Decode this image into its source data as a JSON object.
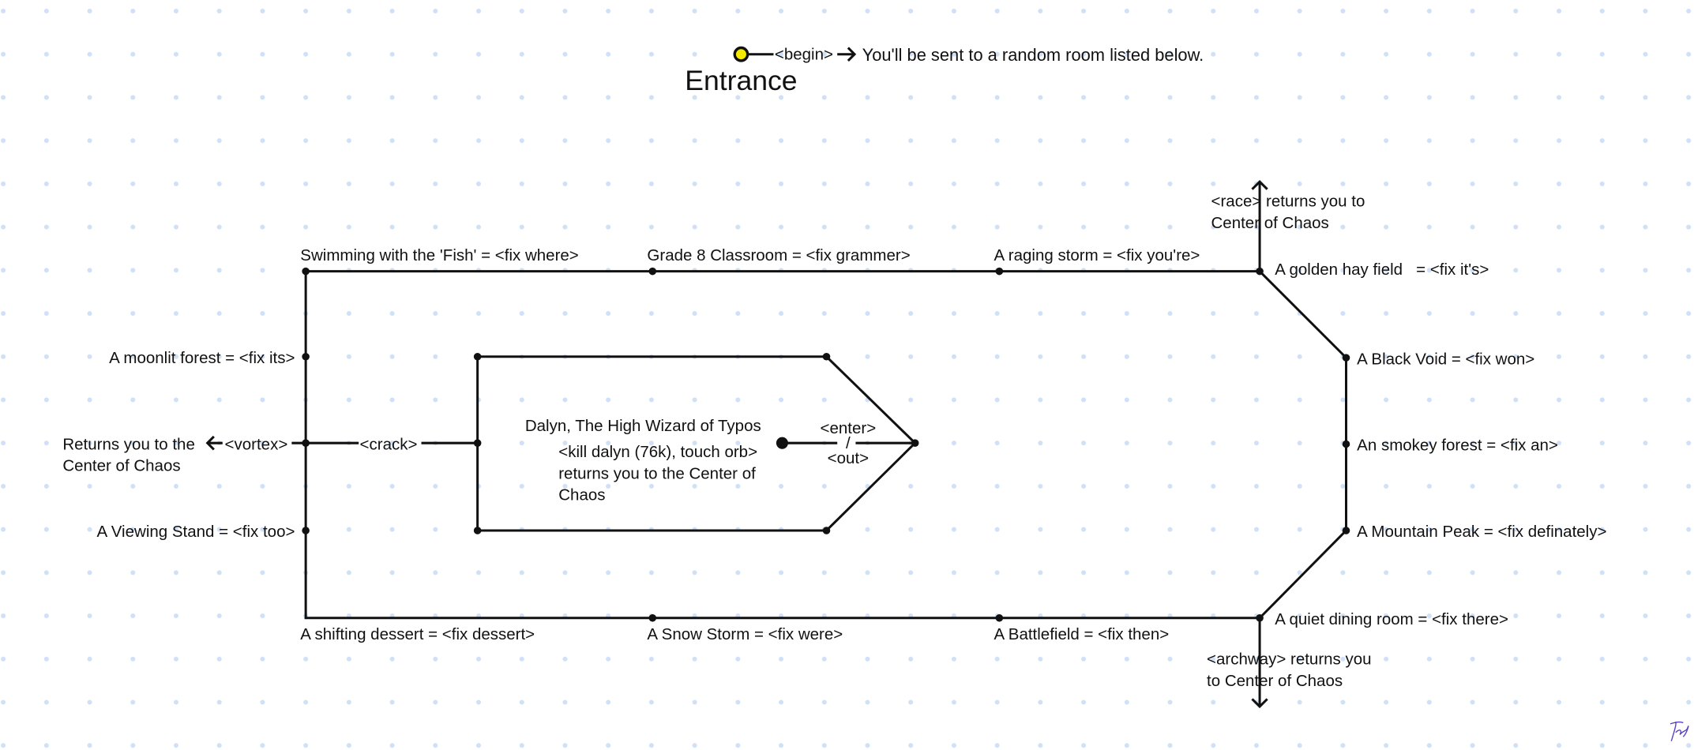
{
  "entrance": {
    "title": "Entrance",
    "begin_label": "<begin>",
    "begin_text": "You'll be sent to a random room listed below.",
    "start_color": "#f5ea00"
  },
  "rooms": {
    "swimming": "Swimming with the 'Fish' = <fix where>",
    "classroom": "Grade 8 Classroom = <fix grammer>",
    "storm": "A raging storm = <fix you're>",
    "hay": "A golden hay field   = <fix it's>",
    "void": "A Black Void = <fix won>",
    "smokey": "An smokey forest = <fix an>",
    "peak": "A Mountain Peak = <fix definately>",
    "dining": "A quiet dining room = <fix there>",
    "battlefield": "A Battlefield = <fix then>",
    "snowstorm": "A Snow Storm = <fix were>",
    "dessert": "A shifting dessert = <fix dessert>",
    "viewing": "A Viewing Stand = <fix too>",
    "moonlit": "A moonlit forest = <fix its>"
  },
  "exits": {
    "race": [
      "<race> returns you to",
      "Center of Chaos"
    ],
    "archway": [
      "<archway> returns you",
      "to Center of Chaos"
    ],
    "vortex_label": "<vortex>",
    "vortex_text": [
      "Returns you to the",
      "Center of Chaos"
    ],
    "crack": "<crack>",
    "enter": "<enter>",
    "slash": "/",
    "out": "<out>"
  },
  "boss": {
    "name": "Dalyn, The High Wizard of Typos",
    "desc": [
      "<kill dalyn (76k), touch orb>",
      "returns you to the Center of",
      "Chaos"
    ]
  },
  "colors": {
    "dots": "#cfe0f7",
    "lines": "#111111",
    "signature": "#5a3fc0"
  }
}
